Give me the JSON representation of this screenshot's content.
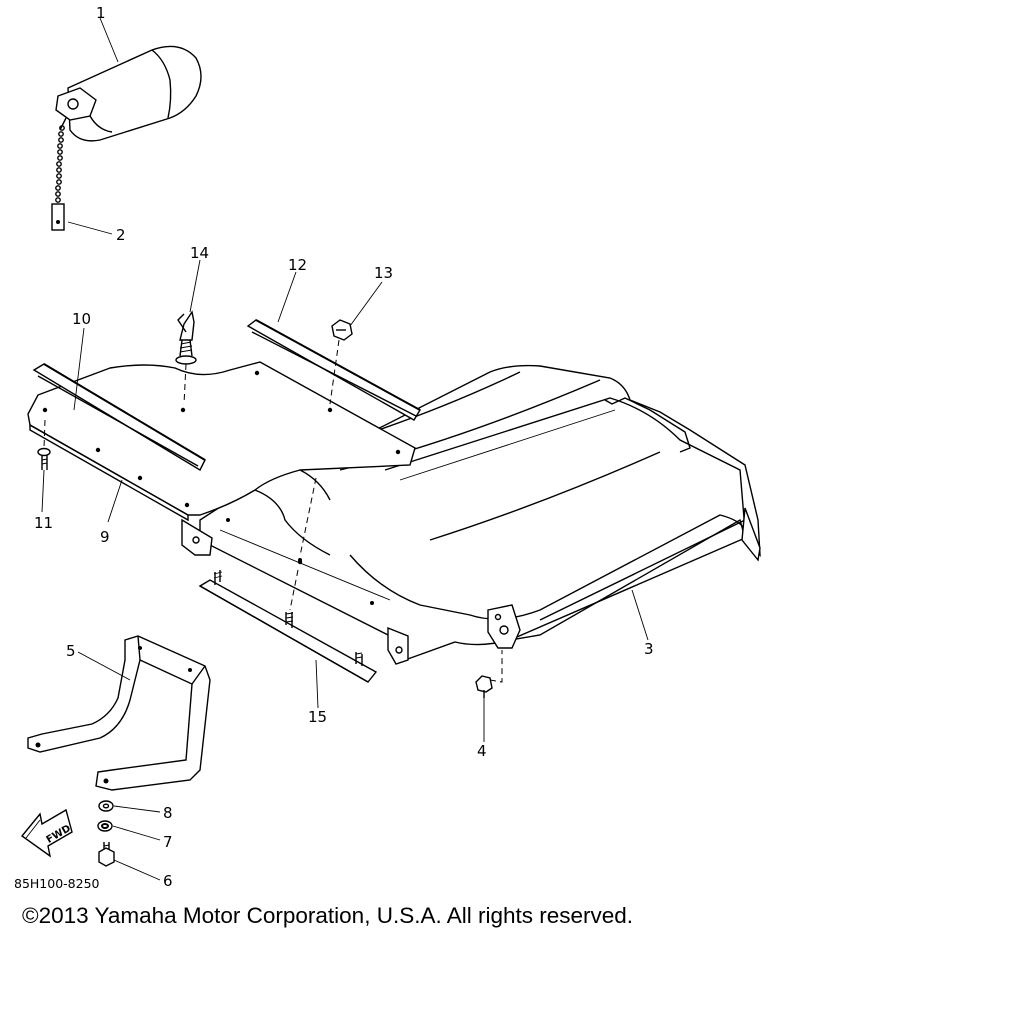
{
  "diagram": {
    "callouts": {
      "p1": "1",
      "p2": "2",
      "p3": "3",
      "p4": "4",
      "p5": "5",
      "p6": "6",
      "p7": "7",
      "p8": "8",
      "p9": "9",
      "p10": "10",
      "p11": "11",
      "p12": "12",
      "p13": "13",
      "p14": "14",
      "p15": "15"
    },
    "fwd_label": "FWD",
    "diagram_code": "85H100-8250"
  },
  "footer": {
    "copyright": "©2013 Yamaha Motor Corporation, U.S.A. All rights reserved."
  }
}
